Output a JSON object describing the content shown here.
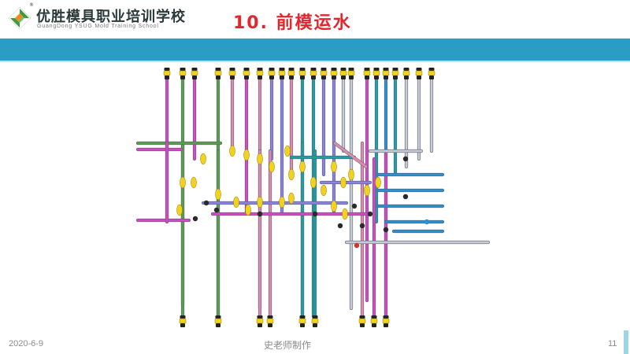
{
  "header": {
    "school_name": "优胜模具职业培训学校",
    "school_name_en": "GuangDong YSUG Mold Training School",
    "registered_mark": "®",
    "slide_title": "10. 前模运水"
  },
  "footer": {
    "date": "2020-6-9",
    "author": "史老师制作",
    "page_number": "11"
  },
  "colors": {
    "title_red": "#e3262d",
    "band_blue": "#2b9cc3",
    "logo_green": "#3f9a3a",
    "logo_orange": "#f08a1c",
    "pipe_magenta": "#d946c8",
    "pipe_green": "#5aa04a",
    "pipe_pink": "#e08ab0",
    "pipe_violet": "#8c82e6",
    "pipe_teal": "#1e9fa8",
    "pipe_blue": "#2b8fd6",
    "pipe_light": "#c8ccd6",
    "fitting_yellow": "#f2d21c",
    "fitting_dark": "#222222"
  },
  "icons": {
    "logo": "ysug-logo-icon"
  }
}
